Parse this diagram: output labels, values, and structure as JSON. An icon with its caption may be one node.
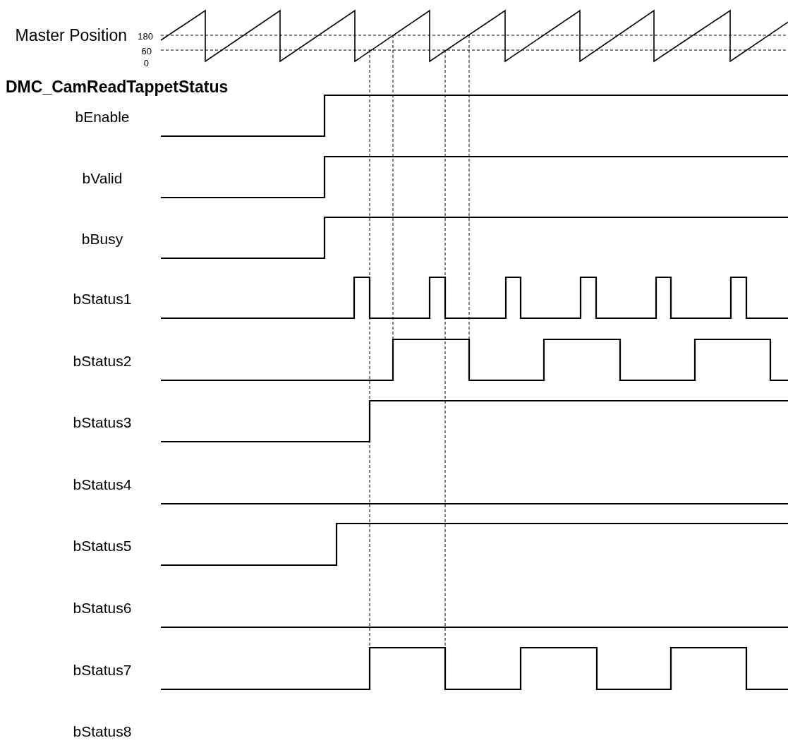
{
  "diagram": {
    "title": "DMC_CamReadTappetStatus",
    "labels": [
      "Master Position",
      "180",
      "60",
      "0",
      "bEnable",
      "bValid",
      "bBusy",
      "bStatus1",
      "bStatus2",
      "bStatus3",
      "bStatus4",
      "bStatus5",
      "bStatus6",
      "bStatus7",
      "bStatus8"
    ]
  }
}
